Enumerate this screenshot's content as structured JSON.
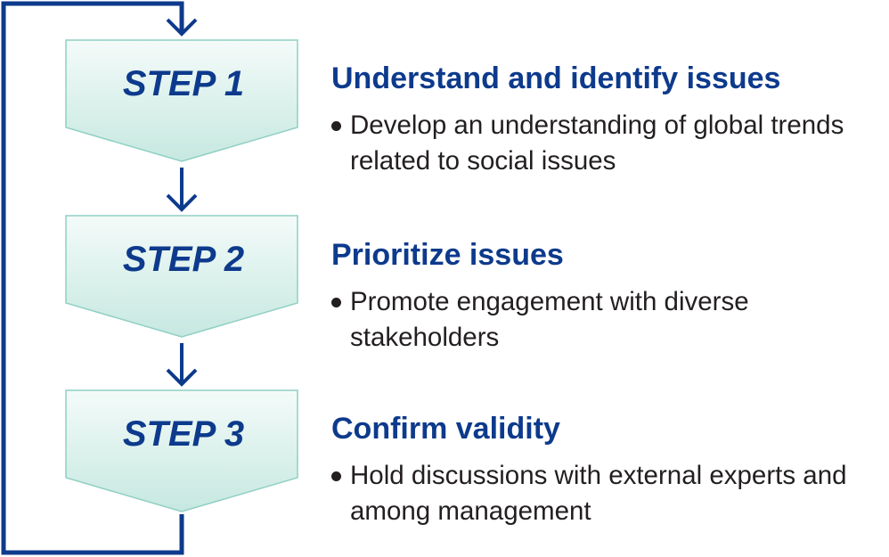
{
  "colors": {
    "accent": "#0d3a8c",
    "box_fill_top": "#f4fbf9",
    "box_fill_bottom": "#c6e8e0",
    "box_stroke": "#8fcfc3",
    "text": "#231f20"
  },
  "steps": [
    {
      "label": "STEP 1",
      "heading": "Understand and identify issues",
      "bullet": "Develop an understanding of global trends related to social issues"
    },
    {
      "label": "STEP 2",
      "heading": "Prioritize issues",
      "bullet": "Promote engagement with diverse stakeholders"
    },
    {
      "label": "STEP 3",
      "heading": "Confirm validity",
      "bullet": "Hold discussions with external experts and among management"
    }
  ]
}
